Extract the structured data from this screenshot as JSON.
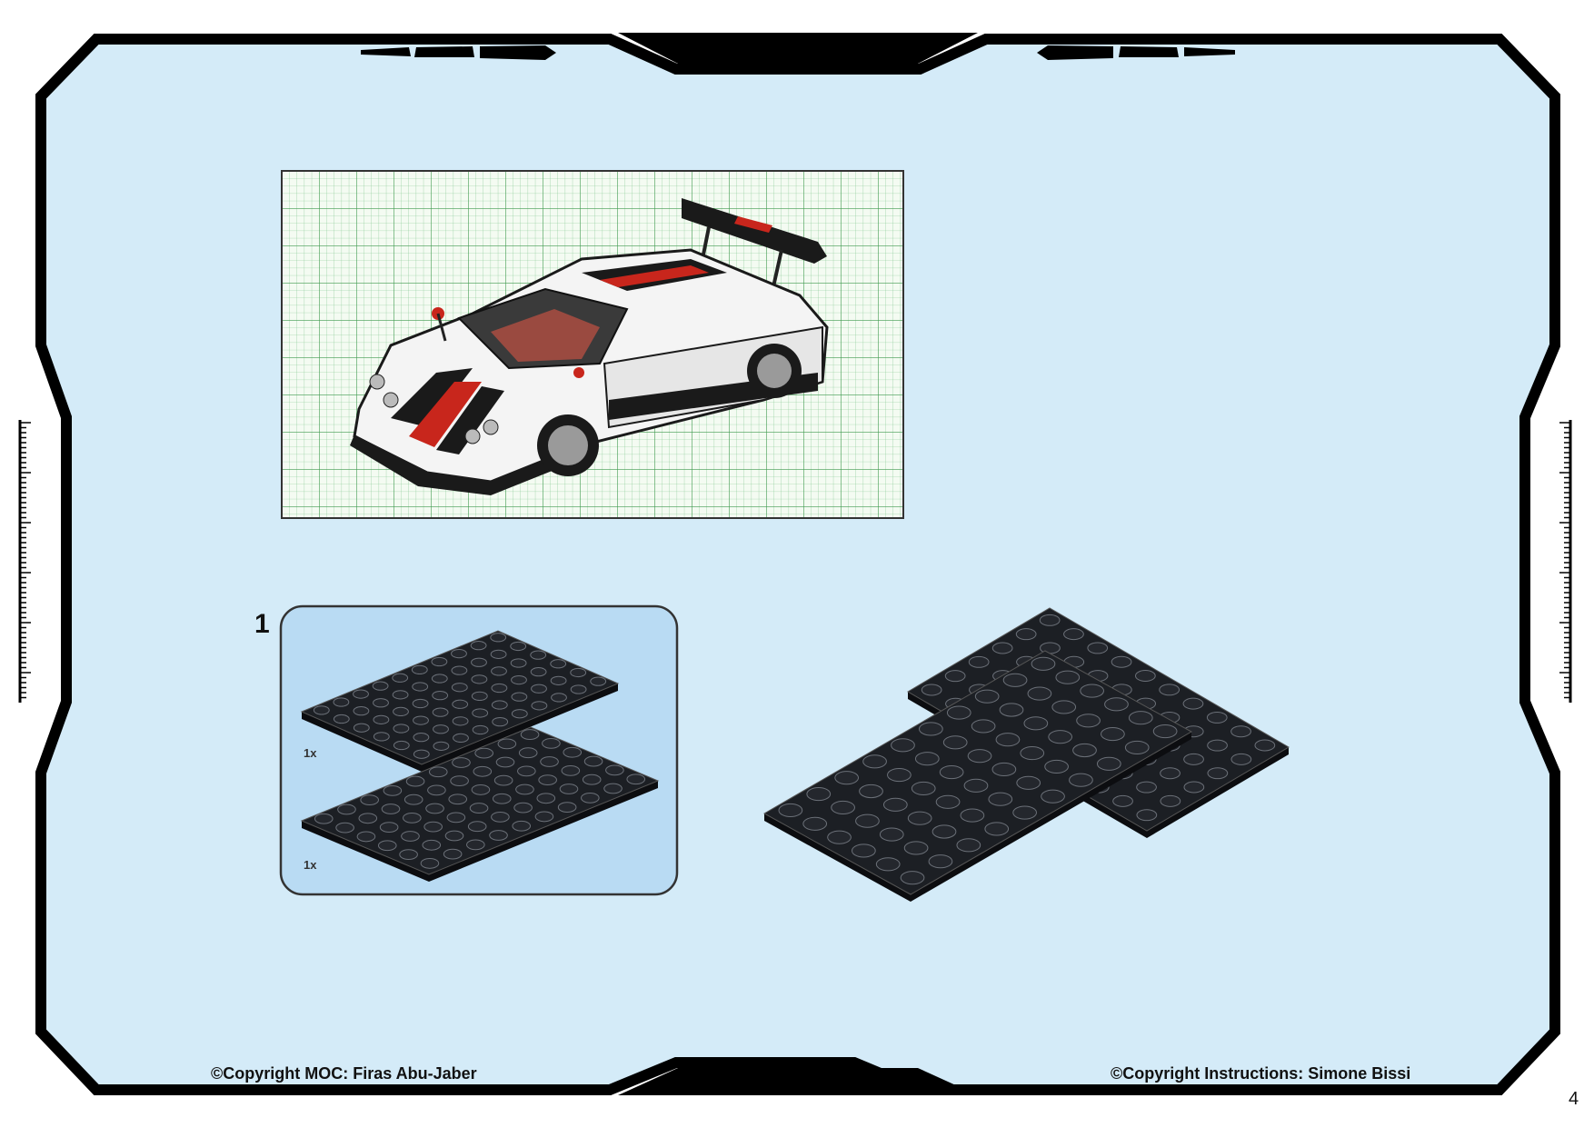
{
  "step": {
    "number": "1",
    "parts": [
      {
        "quantity": "1x",
        "part": "black-plate-6x10"
      },
      {
        "quantity": "1x",
        "part": "black-plate-6x10"
      }
    ]
  },
  "footer": {
    "left": "©Copyright MOC: Firas Abu-Jaber",
    "right": "©Copyright Instructions: Simone Bissi"
  },
  "page_number": "4",
  "colors": {
    "page_bg": "#d4ebf8",
    "frame": "#000000",
    "step_box_bg": "#b9dbf3",
    "grid": "#5fae6a",
    "plate": "#1c1f24",
    "accent_red": "#c8261c"
  }
}
